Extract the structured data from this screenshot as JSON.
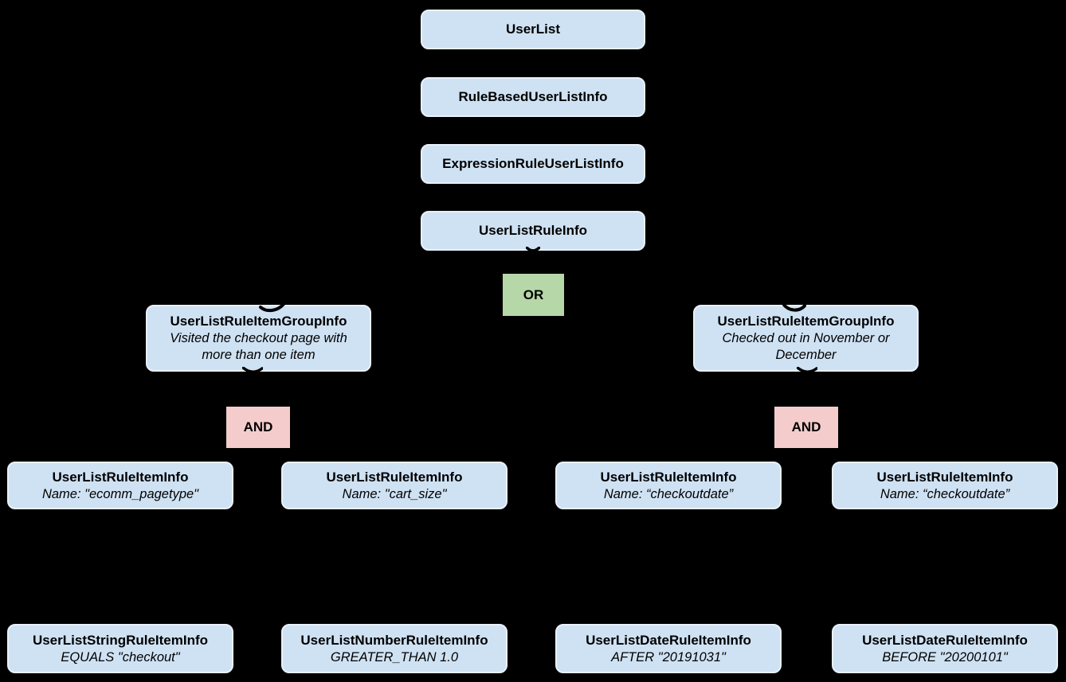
{
  "diagram": {
    "background": "#000000",
    "colors": {
      "node_fill": "#cfe2f3",
      "node_border": "#e9f0f9",
      "or_fill": "#b6d7a8",
      "and_fill": "#f4cccc",
      "text": "#000000"
    },
    "root_chain": [
      {
        "title": "UserList"
      },
      {
        "title": "RuleBasedUserListInfo"
      },
      {
        "title": "ExpressionRuleUserListInfo"
      },
      {
        "title": "UserListRuleInfo"
      }
    ],
    "or_operator": {
      "label": "OR"
    },
    "groups": [
      {
        "title": "UserListRuleItemGroupInfo",
        "description": "Visited the checkout page with more than one item",
        "and_label": "AND"
      },
      {
        "title": "UserListRuleItemGroupInfo",
        "description": "Checked out in November or December",
        "and_label": "AND"
      }
    ],
    "rule_items": [
      {
        "title": "UserListRuleItemInfo",
        "subtitle": "Name: \"ecomm_pagetype\""
      },
      {
        "title": "UserListRuleItemInfo",
        "subtitle": "Name: \"cart_size\""
      },
      {
        "title": "UserListRuleItemInfo",
        "subtitle": "Name: “checkoutdate”"
      },
      {
        "title": "UserListRuleItemInfo",
        "subtitle": "Name: “checkoutdate”"
      }
    ],
    "leaf_items": [
      {
        "title": "UserListStringRuleItemInfo",
        "subtitle": "EQUALS \"checkout\""
      },
      {
        "title": "UserListNumberRuleItemInfo",
        "subtitle": "GREATER_THAN 1.0"
      },
      {
        "title": "UserListDateRuleItemInfo",
        "subtitle": "AFTER \"20191031\""
      },
      {
        "title": "UserListDateRuleItemInfo",
        "subtitle": "BEFORE \"20200101\""
      }
    ]
  }
}
